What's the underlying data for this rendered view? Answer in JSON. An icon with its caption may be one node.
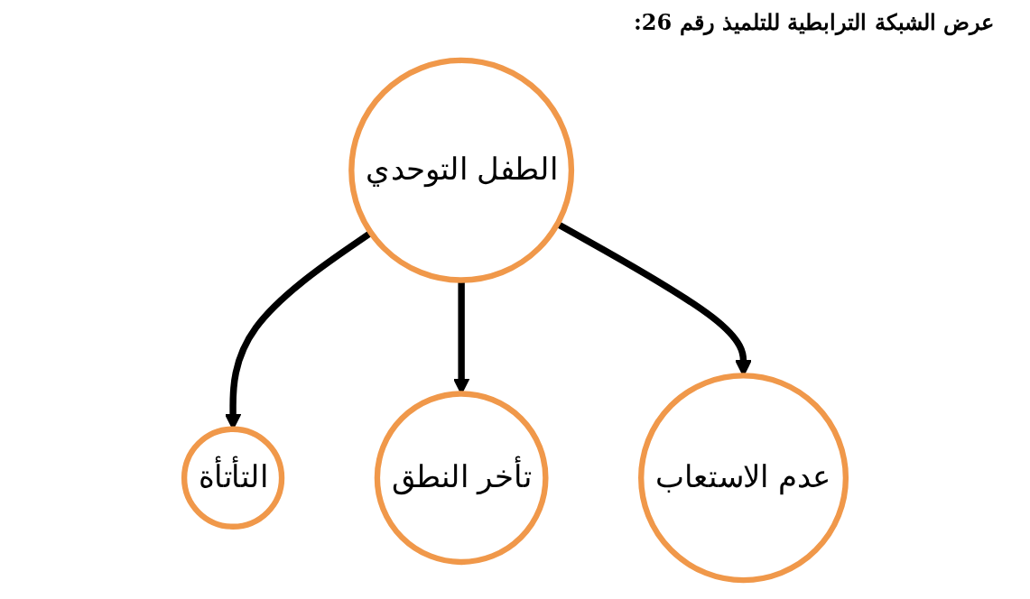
{
  "diagram": {
    "title": "عرض الشبكة الترابطية للتلميذ رقم 26:",
    "nodes": [
      {
        "text": [
          "التأتأة"
        ]
      },
      {
        "text": [
          "الطفل التوحدي"
        ]
      },
      {
        "text": [
          "تأخر النطق"
        ]
      },
      {
        "text": [
          "عدم الاستعاب"
        ]
      }
    ],
    "edges": [
      {
        "from": 1,
        "to": 0,
        "arrow": "to"
      },
      {
        "from": 1,
        "to": 2,
        "arrow": "to"
      },
      {
        "from": 1,
        "to": 3,
        "arrow": "to"
      }
    ]
  }
}
